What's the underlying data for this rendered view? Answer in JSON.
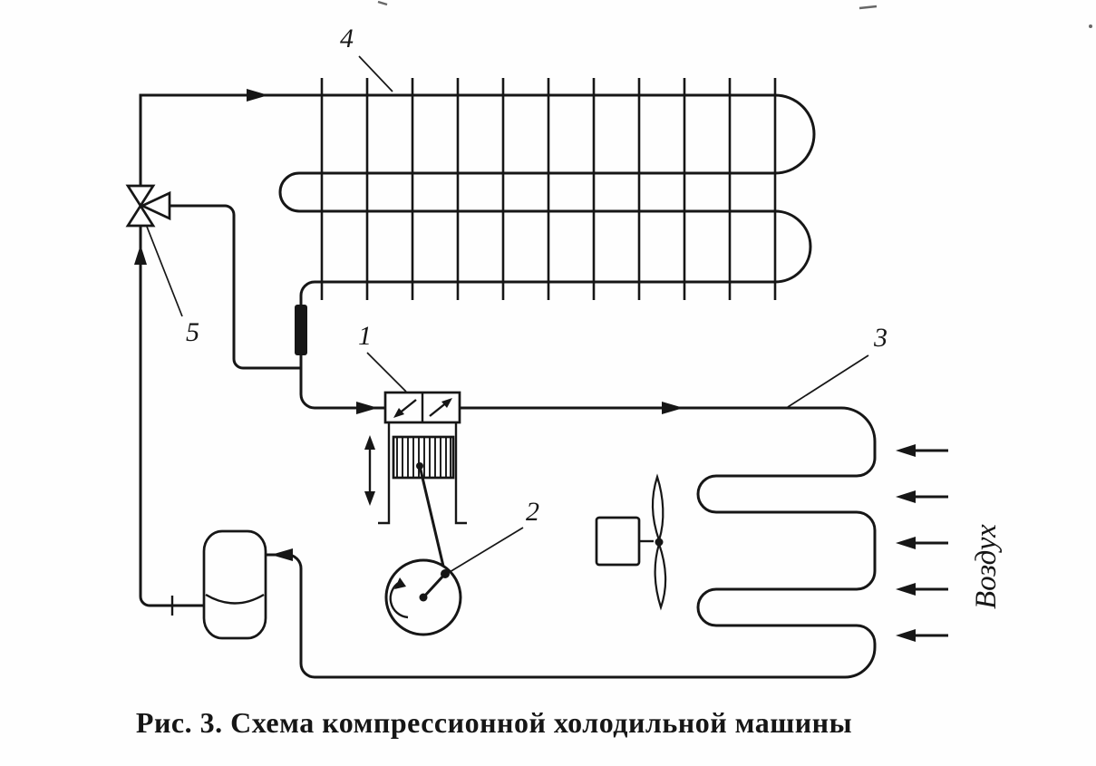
{
  "figure": {
    "caption": "Рис. 3. Схема компрессионной холодильной машины",
    "air_flow_label": "Воздух",
    "colors": {
      "ink": "#161616",
      "paper": "#fefefe"
    },
    "part_labels": [
      {
        "id": "compressor",
        "text": "1"
      },
      {
        "id": "electric-motor-crank",
        "text": "2"
      },
      {
        "id": "condenser-coil",
        "text": "3"
      },
      {
        "id": "evaporator-coil",
        "text": "4"
      },
      {
        "id": "throttle-valve",
        "text": "5"
      }
    ]
  }
}
